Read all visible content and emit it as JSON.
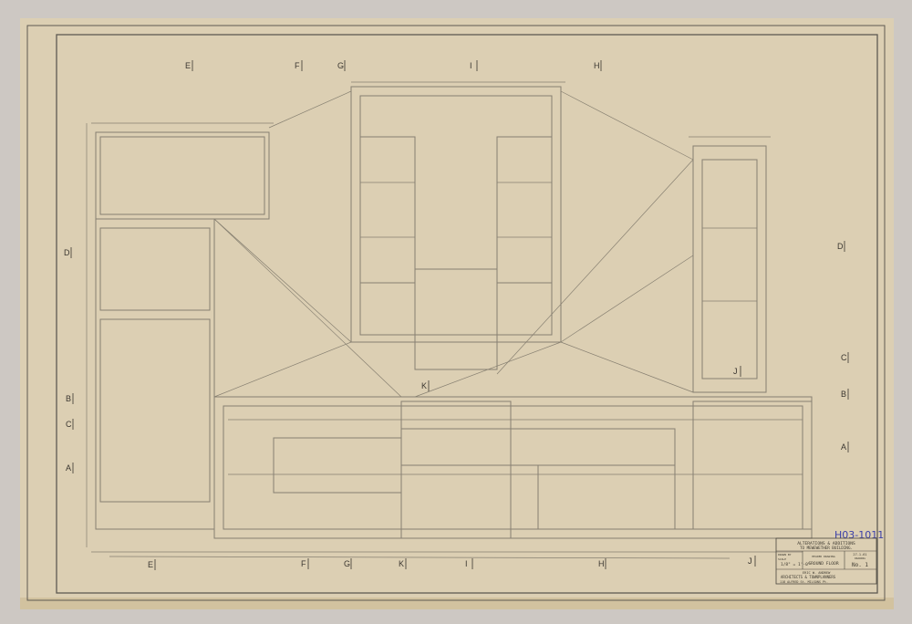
{
  "sheet": {
    "paper_color": "#dccfb3",
    "line_color": "#5e5a52",
    "reference_number": "H03-1011",
    "reference_color": "#3a3fa8"
  },
  "grid_labels": {
    "top": [
      "E",
      "F",
      "G",
      "I",
      "H"
    ],
    "bottom": [
      "E",
      "F",
      "G",
      "K",
      "I",
      "H",
      "J"
    ],
    "left": [
      "D",
      "B",
      "C",
      "A"
    ],
    "right": [
      "D",
      "C",
      "B",
      "A"
    ],
    "interior": [
      "J",
      "K"
    ]
  },
  "title_block": {
    "title_line1": "ALTERATIONS & ADDITIONS",
    "title_line2": "TO MEWEWETHER BUILDING.",
    "drawn_by_label": "DRAWN BY",
    "scale_label": "SCALE",
    "scale_value": "1/8\" = 1'-0\"",
    "drawing_label": "HEADED DRAWING",
    "drawing_name": "GROUND FLOOR",
    "date": "27-1-61",
    "drawing_no_label": "DRAWING",
    "drawing_no": "No. 1",
    "architect_line1": "ERIC W. ANDREW",
    "architect_line2": "ARCHITECTS & TOWNPLANNERS",
    "address": "118 ALFRED St. MILSONS Pt."
  }
}
